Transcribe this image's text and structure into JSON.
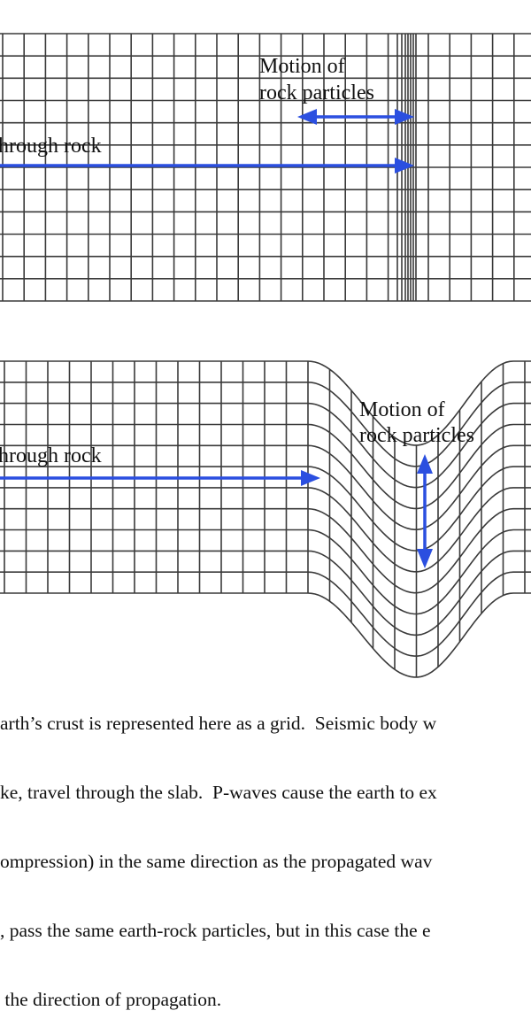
{
  "panels": {
    "p_wave": {
      "travel_label": "hrough rock",
      "particle_label_line1": "Motion of",
      "particle_label_line2": "rock particles"
    },
    "s_wave": {
      "travel_label": "hrough rock",
      "particle_label_line1": "Motion of",
      "particle_label_line2": "rock particles"
    }
  },
  "caption": {
    "lines": [
      "arth’s crust is represented here as a grid.  Seismic body w",
      "ke, travel through the slab.  P-waves cause the earth to ex",
      "ompression) in the same direction as the propagated wav",
      ", pass the same earth-rock particles, but in this case the e",
      " the direction of propagation."
    ]
  },
  "colors": {
    "arrow": "#2b4fe0",
    "grid": "#3a3a3a"
  }
}
